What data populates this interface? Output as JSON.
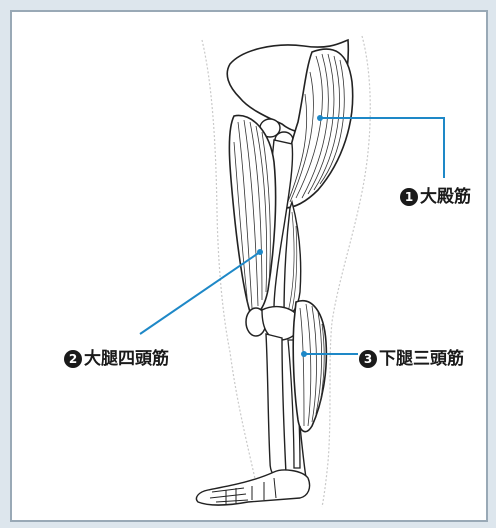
{
  "labels": [
    {
      "num": "1",
      "text": "大殿筋"
    },
    {
      "num": "2",
      "text": "大腿四頭筋"
    },
    {
      "num": "3",
      "text": "下腿三頭筋"
    }
  ],
  "colors": {
    "leader_line": "#1e88c7",
    "outline": "#222222",
    "background": "#dde6ed",
    "frame_border": "#99a9b6"
  }
}
